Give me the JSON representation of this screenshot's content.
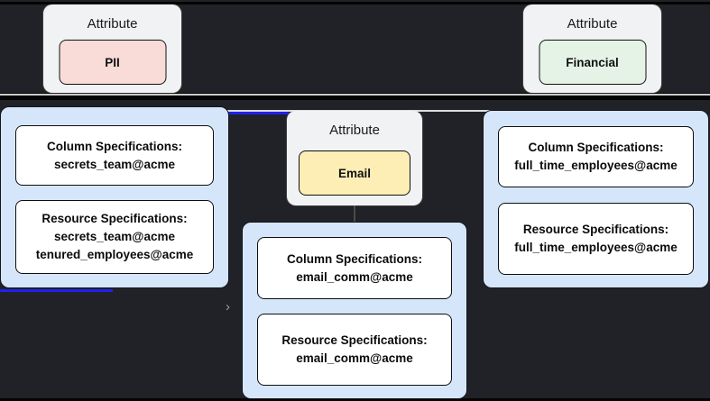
{
  "diagram": {
    "colors": {
      "canvas": "#212227",
      "stripe": "#040404",
      "lane_line": "#cccccc",
      "edge_light": "#dcdcdc",
      "edge_highlight": "#2121ee",
      "attribute_node_bg": "#f1f2f4",
      "group_bg": "#d5e6fb",
      "pii_badge_bg": "#f9dcd8",
      "financial_badge_bg": "#e4f3e5",
      "email_badge_bg": "#fceeb5"
    },
    "attribute_nodes": [
      {
        "title": "Attribute",
        "badge": {
          "label": "PII",
          "bg": "#f9dcd8"
        }
      },
      {
        "title": "Attribute",
        "badge": {
          "label": "Financial",
          "bg": "#e4f3e5"
        }
      },
      {
        "title": "Attribute",
        "badge": {
          "label": "Email",
          "bg": "#fceeb5"
        }
      }
    ],
    "spec_nodes": [
      {
        "column": {
          "title": "Column Specifications:",
          "lines": [
            "secrets_team@acme"
          ]
        },
        "resource": {
          "title": "Resource Specifications:",
          "lines": [
            "secrets_team@acme",
            "tenured_employees@acme"
          ]
        }
      },
      {
        "column": {
          "title": "Column Specifications:",
          "lines": [
            "email_comm@acme"
          ]
        },
        "resource": {
          "title": "Resource Specifications:",
          "lines": [
            "email_comm@acme"
          ]
        }
      },
      {
        "column": {
          "title": "Column Specifications:",
          "lines": [
            "full_time_employees@acme"
          ]
        },
        "resource": {
          "title": "Resource Specifications:",
          "lines": [
            "full_time_employees@acme"
          ]
        }
      }
    ],
    "edge_chevron": "›"
  }
}
